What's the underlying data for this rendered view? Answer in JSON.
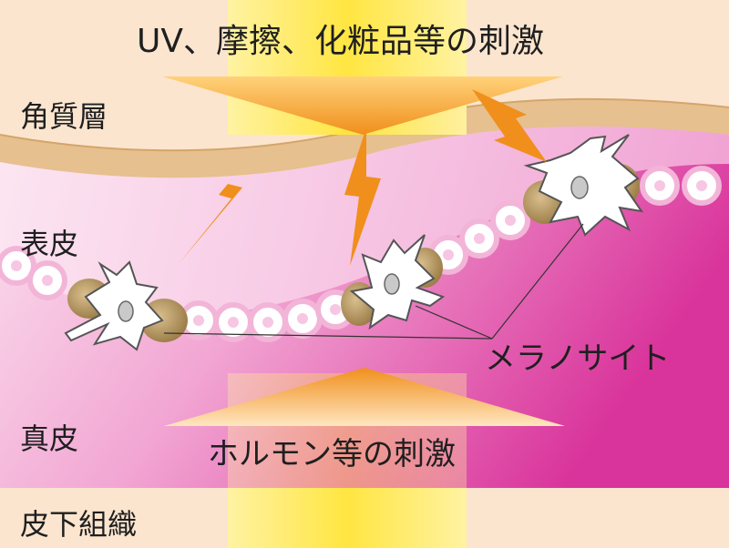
{
  "stimuli": {
    "top": "UV、摩擦、化粧品等の刺激",
    "bottom": "ホルモン等の刺激"
  },
  "layers": {
    "stratum_corneum": "角質層",
    "epidermis": "表皮",
    "dermis": "真皮",
    "subcutis": "皮下組織"
  },
  "cells": {
    "label": "メラノサイト"
  },
  "colors": {
    "skin_beige": "#fbe5cf",
    "stimulus_band": "#ffe840",
    "arrow_orange": "#f08f1c",
    "stratum_tan": "#e6c08e",
    "epidermis_pink": "#f8c8e6",
    "dermis_magenta": "#e05cb0",
    "melanin_brown": "#a98a5c"
  }
}
